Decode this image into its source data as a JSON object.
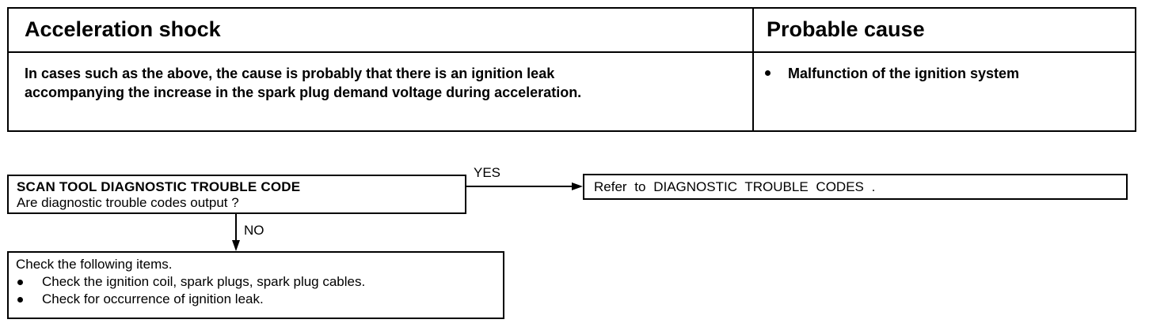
{
  "table": {
    "header_left": "Acceleration shock",
    "header_right": "Probable cause",
    "description": "In cases such as the above, the cause is probably that there is an ignition leak accompanying the increase in the spark plug demand voltage during acceleration.",
    "causes": [
      "Malfunction of the ignition system"
    ]
  },
  "flow": {
    "scan_title": "SCAN TOOL DIAGNOSTIC TROUBLE CODE",
    "scan_question": "Are diagnostic trouble codes output ?",
    "yes_label": "YES",
    "no_label": "NO",
    "refer_text": "Refer to DIAGNOSTIC TROUBLE CODES .",
    "check_heading": "Check the following items.",
    "check_items": [
      "Check the ignition coil, spark plugs, spark plug cables.",
      "Check for occurrence of ignition leak."
    ]
  }
}
